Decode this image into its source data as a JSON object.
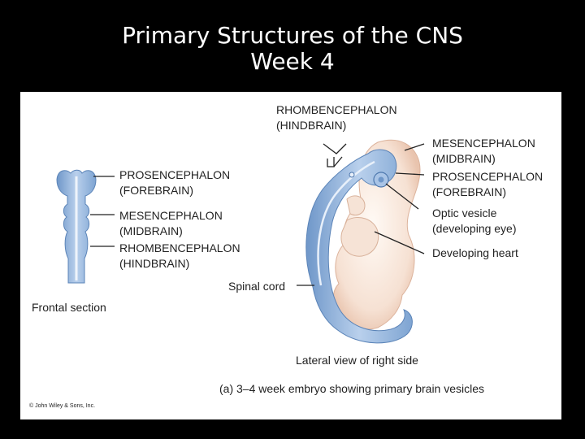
{
  "slide": {
    "title_line1": "Primary Structures of the CNS",
    "title_line2": "Week 4"
  },
  "figure": {
    "frontal": {
      "prosencephalon": "PROSENCEPHALON",
      "forebrain": "(FOREBRAIN)",
      "mesencephalon": "MESENCEPHALON",
      "midbrain": "(MIDBRAIN)",
      "rhombencephalon": "RHOMBENCEPHALON",
      "hindbrain": "(HINDBRAIN)",
      "caption": "Frontal section"
    },
    "lateral": {
      "rhombencephalon": "RHOMBENCEPHALON",
      "hindbrain": "(HINDBRAIN)",
      "mesencephalon": "MESENCEPHALON",
      "midbrain": "(MIDBRAIN)",
      "prosencephalon": "PROSENCEPHALON",
      "forebrain": "(FOREBRAIN)",
      "optic_vesicle": "Optic vesicle",
      "developing_eye": "(developing eye)",
      "developing_heart": "Developing heart",
      "spinal_cord": "Spinal cord",
      "caption": "Lateral view of right side"
    },
    "main_caption": "(a) 3–4 week embryo showing primary brain vesicles",
    "copyright": "© John Wiley & Sons, Inc."
  }
}
